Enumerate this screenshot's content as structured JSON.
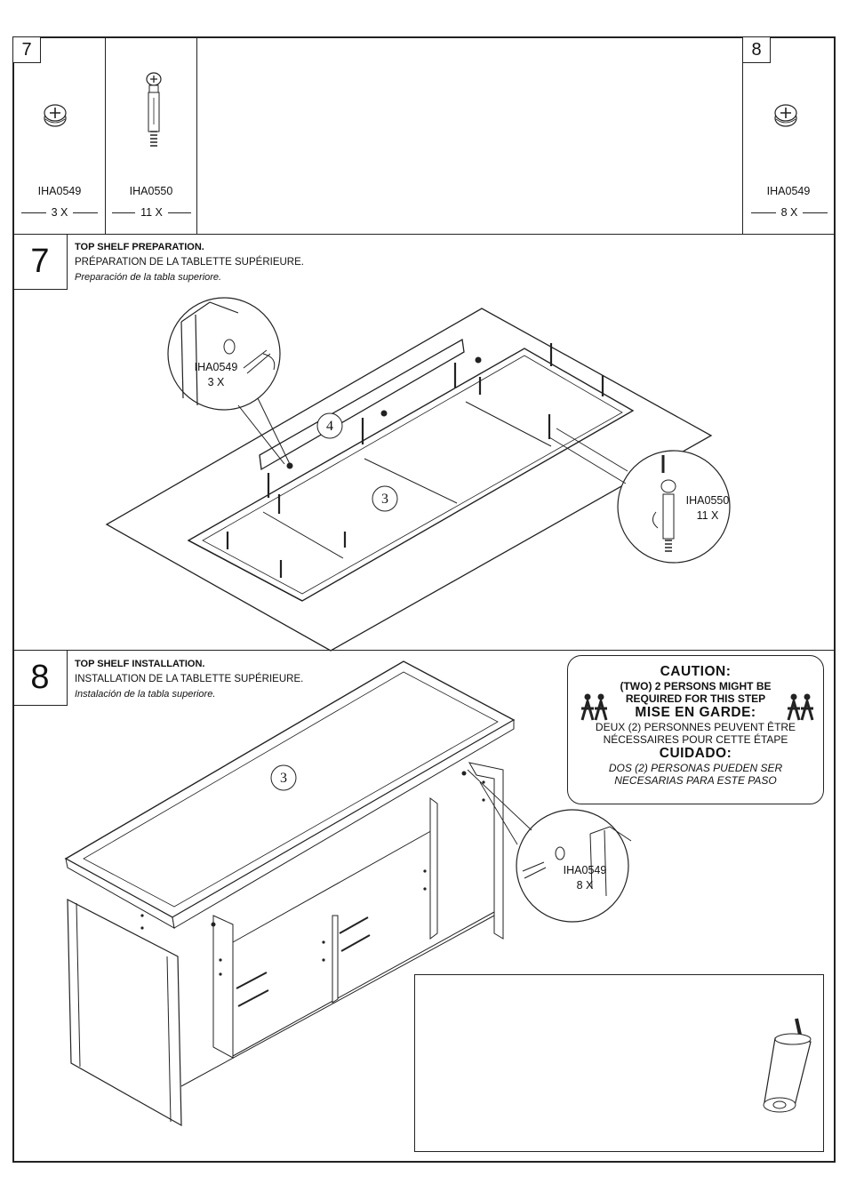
{
  "parts": {
    "left": [
      {
        "code": "IHA0549",
        "qty": "3 X"
      },
      {
        "code": "IHA0550",
        "qty": "11 X"
      }
    ],
    "left_step": "7",
    "right": {
      "code": "IHA0549",
      "qty": "8 X"
    },
    "right_step": "8"
  },
  "step7": {
    "number": "7",
    "title_en": "TOP SHELF PREPARATION.",
    "title_fr": "PRÉPARATION DE LA TABLETTE SUPÉRIEURE.",
    "title_es": "Preparación de la tabla superiore.",
    "callout_a": {
      "code": "IHA0549",
      "qty": "3 X"
    },
    "callout_b": {
      "code": "IHA0550",
      "qty": "11 X"
    },
    "label_panel_a": "4",
    "label_panel_b": "3"
  },
  "step8": {
    "number": "8",
    "title_en": "TOP SHELF INSTALLATION.",
    "title_fr": "INSTALLATION DE LA TABLETTE SUPÉRIEURE.",
    "title_es": "Instalación de la tabla superiore.",
    "callout": {
      "code": "IHA0549",
      "qty": "8 X"
    },
    "label_panel": "3"
  },
  "caution": {
    "h_en": "CAUTION:",
    "en_line1": "(TWO) 2 PERSONS MIGHT BE",
    "en_line2": "REQUIRED FOR THIS STEP",
    "h_fr": "MISE EN GARDE:",
    "fr_line1": "DEUX (2) PERSONNES PEUVENT ÊTRE",
    "fr_line2": "NÉCESSAIRES POUR CETTE ÉTAPE",
    "h_es": "CUIDADO:",
    "es_line1": "DOS (2) PERSONAS PUEDEN SER",
    "es_line2": "NECESARIAS PARA ESTE PASO"
  }
}
